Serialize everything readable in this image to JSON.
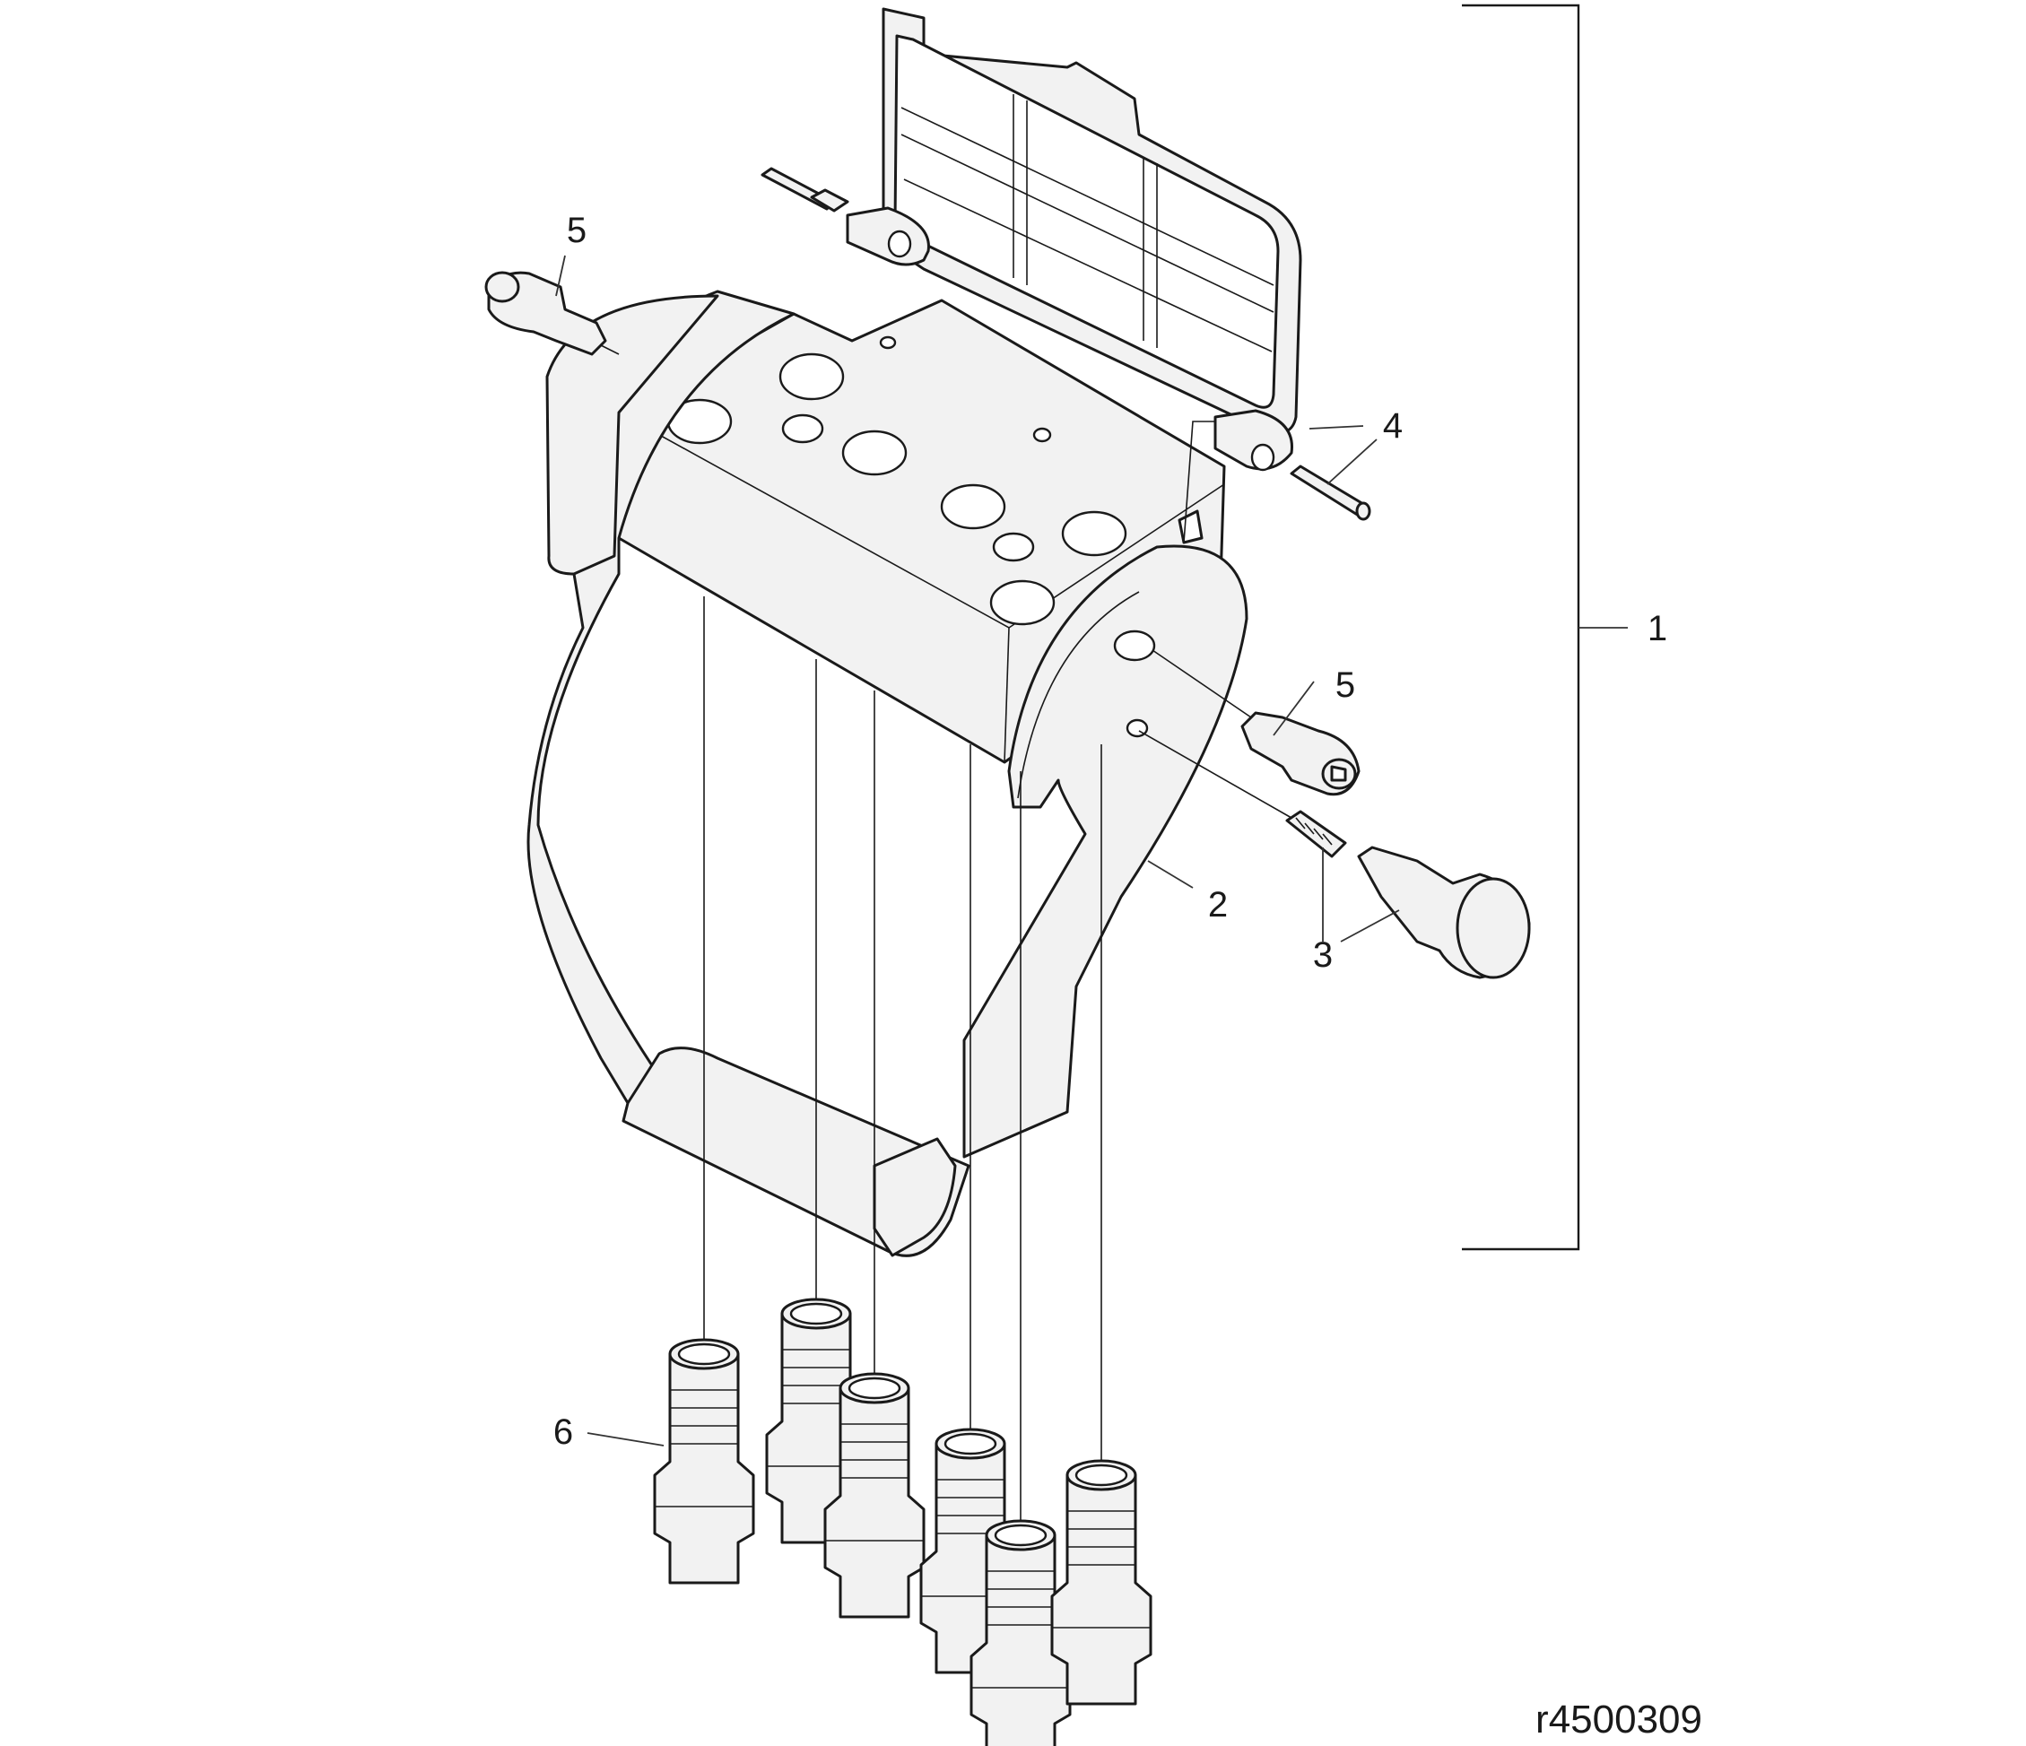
{
  "callouts": {
    "c1": "1",
    "c2": "2",
    "c3": "3",
    "c4": "4",
    "c5a": "5",
    "c5b": "5",
    "c6": "6"
  },
  "figure_code": "r4500309",
  "colors": {
    "line": "#1a1a1a",
    "part_fill": "#f2f2f2",
    "background": "#ffffff"
  }
}
